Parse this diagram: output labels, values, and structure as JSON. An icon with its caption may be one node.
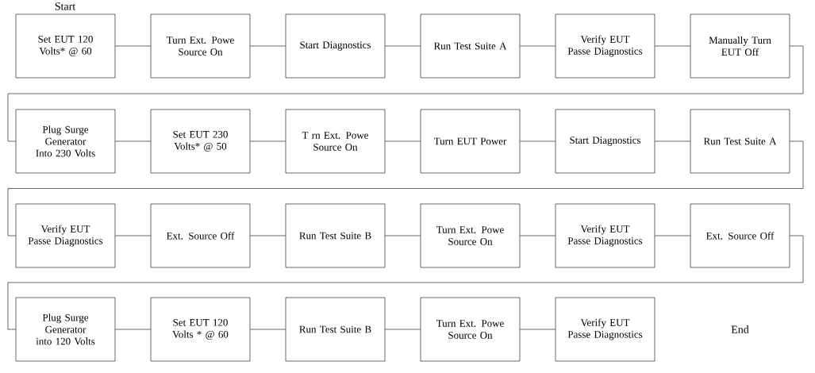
{
  "diagram": {
    "nodes": [
      {
        "text": [
          "Set EUT 120 Volts* @ 60"
        ]
      },
      {
        "text": [
          "Turn Ext. Powe Source On"
        ]
      },
      {
        "text": [
          "Start Diagnostics"
        ]
      },
      {
        "text": [
          "Run Test Suite A"
        ]
      },
      {
        "text": [
          "Verify EUT Passe Diagnostics"
        ]
      },
      {
        "text": [
          "Manually Turn EUT Off"
        ]
      },
      {
        "text": [
          "Plug Surge Generator Into 230 Volts"
        ]
      },
      {
        "text": [
          "Set EUT 230 Volts* @ 50"
        ]
      },
      {
        "text": [
          "T rn Ext. Powe Source On"
        ]
      },
      {
        "text": [
          "Turn EUT Power"
        ]
      },
      {
        "text": [
          "Start Diagnostics"
        ]
      },
      {
        "text": [
          "Run Test Suite A"
        ]
      },
      {
        "text": [
          "Verify EUT Passe Diagnostics"
        ]
      },
      {
        "text": [
          "Ext. Source Off"
        ]
      },
      {
        "text": [
          "Run Test Suite B"
        ]
      },
      {
        "text": [
          "Turn Ext. Powe Source On"
        ]
      },
      {
        "text": [
          "Verify EUT Passe Diagnostics"
        ]
      },
      {
        "text": [
          "Ext. Source Off"
        ]
      },
      {
        "text": [
          "Plug Surge Generator into 120 Volts"
        ]
      },
      {
        "text": [
          "Set EUT 120 Volts * @ 60"
        ]
      },
      {
        "text": [
          "Run Test Suite B"
        ]
      },
      {
        "text": [
          "Turn Ext. Powe Source On"
        ]
      },
      {
        "text": [
          "Verify EUT Passe Diagnostics"
        ]
      }
    ],
    "edges": [
      {
        "from": 0,
        "to": 1,
        "arrow": "none"
      },
      {
        "from": 1,
        "to": 2,
        "arrow": "none"
      },
      {
        "from": 2,
        "to": 3,
        "arrow": "none"
      },
      {
        "from": 3,
        "to": 4,
        "arrow": "none"
      },
      {
        "from": 4,
        "to": 5,
        "arrow": "none"
      },
      {
        "from": 5,
        "to": 6,
        "arrow": "none"
      },
      {
        "from": 6,
        "to": 7,
        "arrow": "none"
      },
      {
        "from": 7,
        "to": 8,
        "arrow": "none"
      },
      {
        "from": 8,
        "to": 9,
        "arrow": "none"
      },
      {
        "from": 9,
        "to": 10,
        "arrow": "none"
      },
      {
        "from": 10,
        "to": 11,
        "arrow": "none"
      },
      {
        "from": 11,
        "to": 12,
        "arrow": "none"
      },
      {
        "from": 12,
        "to": 13,
        "arrow": "none"
      },
      {
        "from": 13,
        "to": 14,
        "arrow": "none"
      },
      {
        "from": 14,
        "to": 15,
        "arrow": "none"
      },
      {
        "from": 15,
        "to": 16,
        "arrow": "none"
      },
      {
        "from": 16,
        "to": 17,
        "arrow": "none"
      },
      {
        "from": 17,
        "to": 18,
        "arrow": "none"
      },
      {
        "from": 18,
        "to": 19,
        "arrow": "none"
      },
      {
        "from": 19,
        "to": 20,
        "arrow": "none"
      },
      {
        "from": 20,
        "to": 21,
        "arrow": "none"
      },
      {
        "from": 21,
        "to": 22,
        "arrow": "none"
      }
    ],
    "labels": [
      "Start",
      "End"
    ]
  }
}
